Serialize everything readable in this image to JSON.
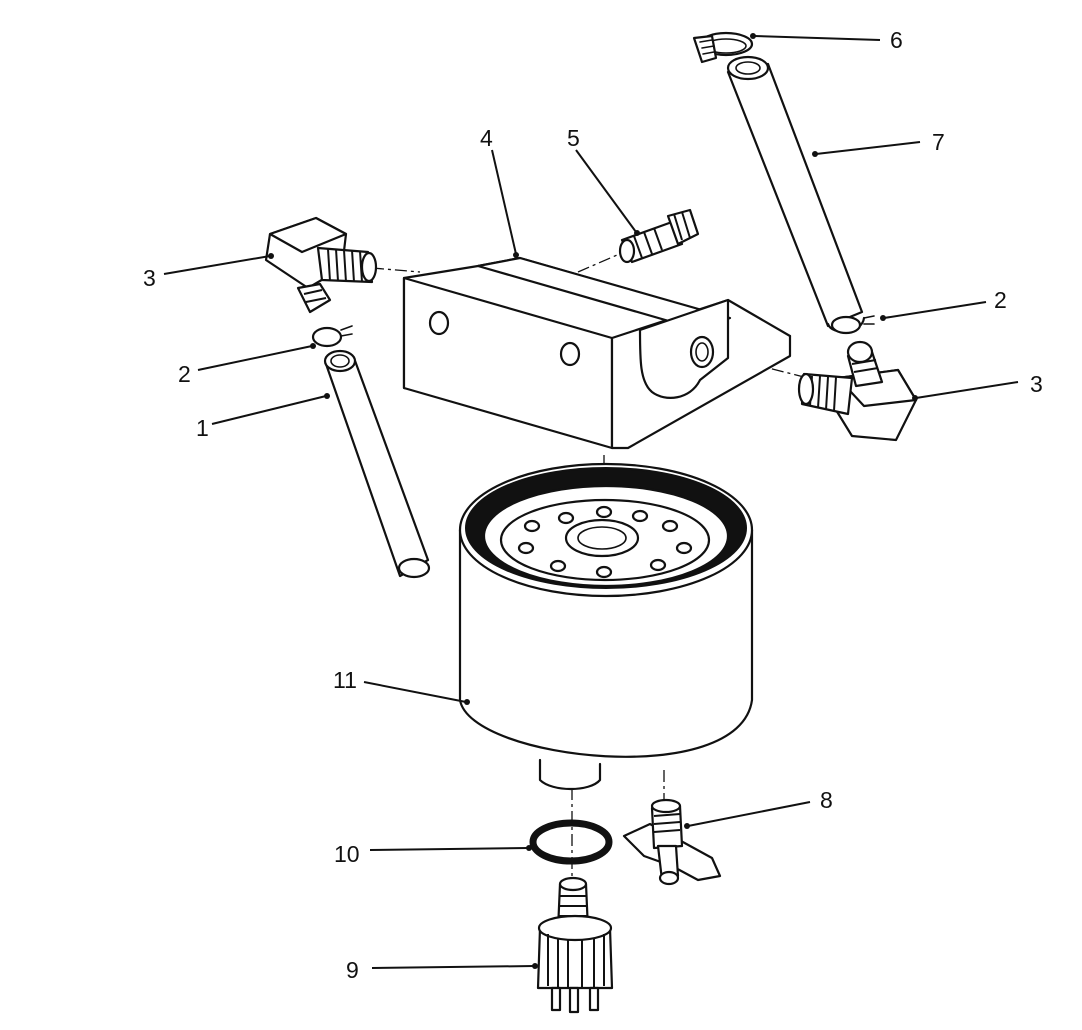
{
  "callouts": [
    {
      "id": "c1",
      "text": "1"
    },
    {
      "id": "c2a",
      "text": "2"
    },
    {
      "id": "c2b",
      "text": "2"
    },
    {
      "id": "c3a",
      "text": "3"
    },
    {
      "id": "c3b",
      "text": "3"
    },
    {
      "id": "c4",
      "text": "4"
    },
    {
      "id": "c5",
      "text": "5"
    },
    {
      "id": "c6",
      "text": "6"
    },
    {
      "id": "c7",
      "text": "7"
    },
    {
      "id": "c8",
      "text": "8"
    },
    {
      "id": "c9",
      "text": "9"
    },
    {
      "id": "c10",
      "text": "10"
    },
    {
      "id": "c11",
      "text": "11"
    }
  ]
}
